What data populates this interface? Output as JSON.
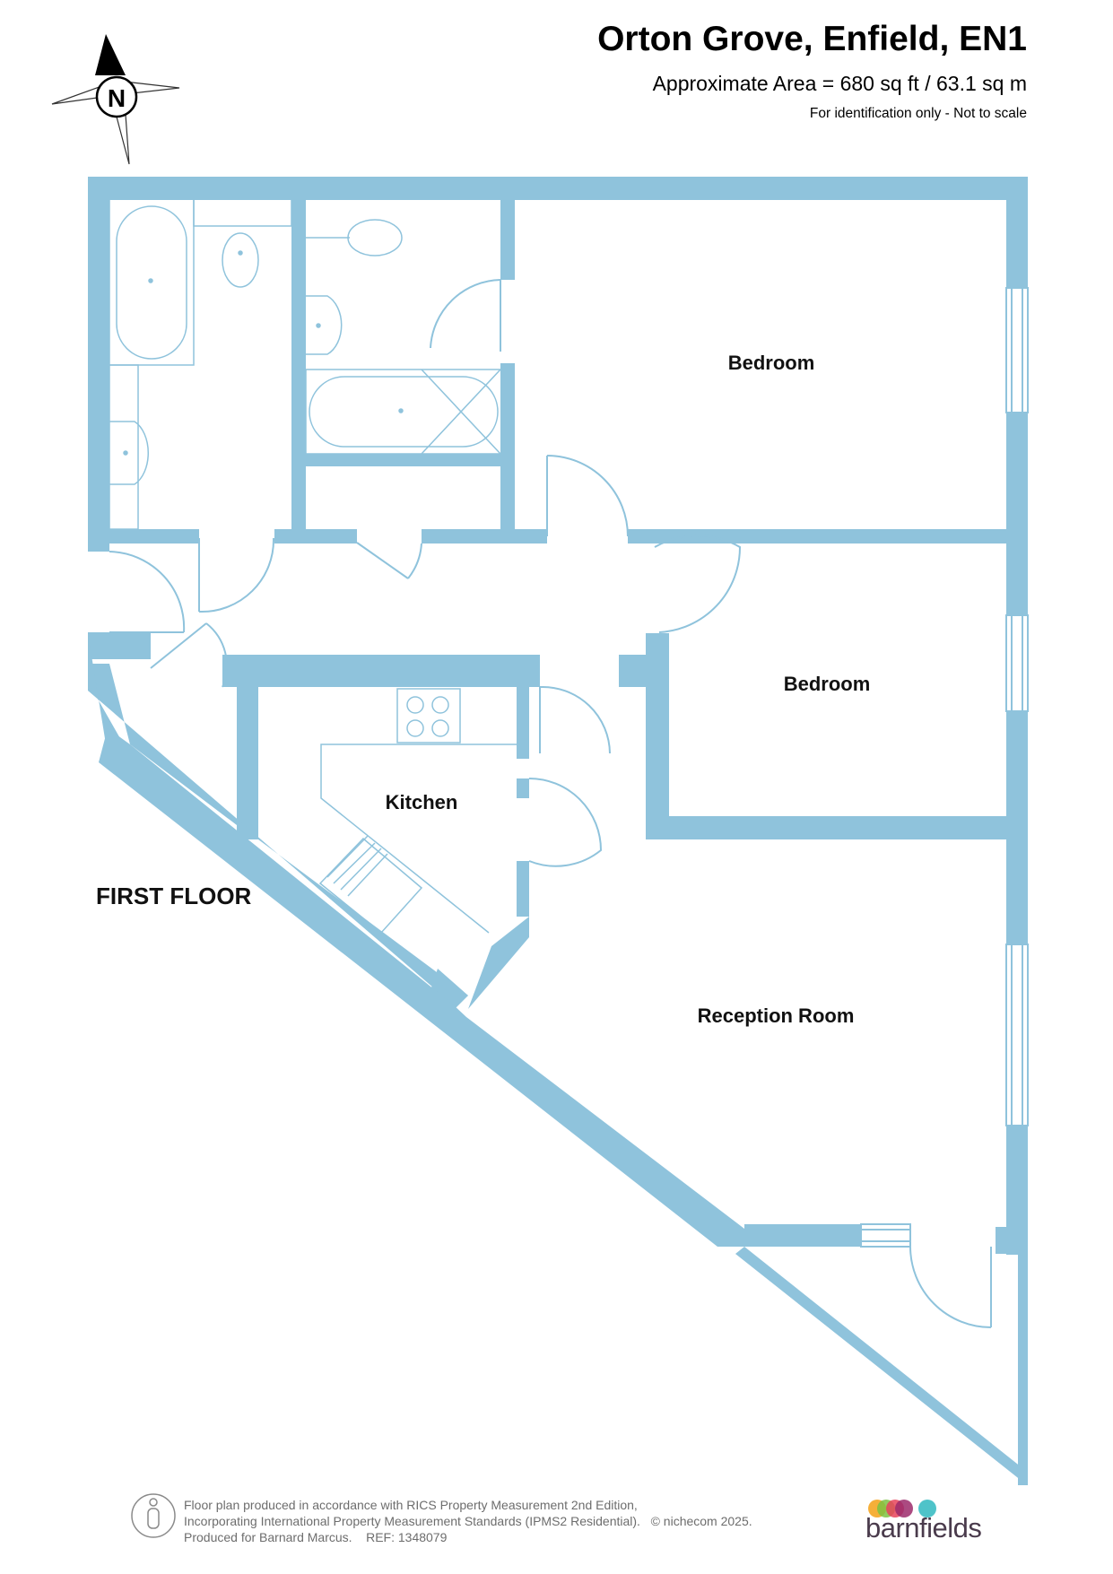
{
  "header": {
    "title": "Orton Grove, Enfield, EN1",
    "area": "Approximate Area = 680 sq ft / 63.1 sq m",
    "note": "For identification only - Not to scale"
  },
  "compass": {
    "label": "N",
    "icon": "compass-north-icon"
  },
  "rooms": {
    "bedroom_1": "Bedroom",
    "bedroom_2": "Bedroom",
    "kitchen": "Kitchen",
    "reception": "Reception Room"
  },
  "floor_label": "FIRST FLOOR",
  "footer": {
    "line1": "Floor plan produced in accordance with RICS Property Measurement 2nd Edition,",
    "line2": "Incorporating International Property Measurement Standards (IPMS2 Residential).",
    "copyright": "© nichecom 2025.",
    "line3": "Produced for Barnard Marcus.",
    "ref": "REF:  1348079",
    "icon": "person-icon"
  },
  "brand": {
    "name": "barnfields",
    "colors": [
      "#f5a623",
      "#7cc242",
      "#e8435a",
      "#9c2a6b",
      "#4fc3c9"
    ]
  },
  "colors": {
    "wall": "#8fc3dc",
    "fixture": "#8fc3dc",
    "text": "#111111"
  }
}
